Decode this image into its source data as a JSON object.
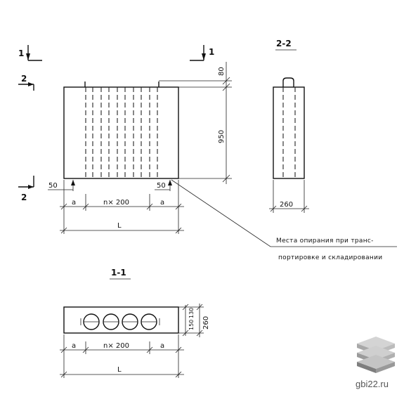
{
  "sections": {
    "s1_top_left": "1",
    "s1_top_right": "1",
    "s2_top": "2",
    "s2_bottom": "2",
    "view_2_2": "2-2",
    "view_1_1": "1-1"
  },
  "dims": {
    "top_80": "80",
    "height_950": "950",
    "left_50": "50",
    "right_50": "50",
    "a": "a",
    "n200": "n× 200",
    "L": "L",
    "width_260": "260",
    "d150": "150",
    "d130": "130",
    "d260": "260"
  },
  "note": {
    "line1": "Места опирания при транс-",
    "line2": "портировке и складировании"
  },
  "watermark": "gbi22.ru",
  "colors": {
    "line": "#111111",
    "logo_light": "#d0d0d0",
    "logo_dark": "#8a8a8a"
  }
}
